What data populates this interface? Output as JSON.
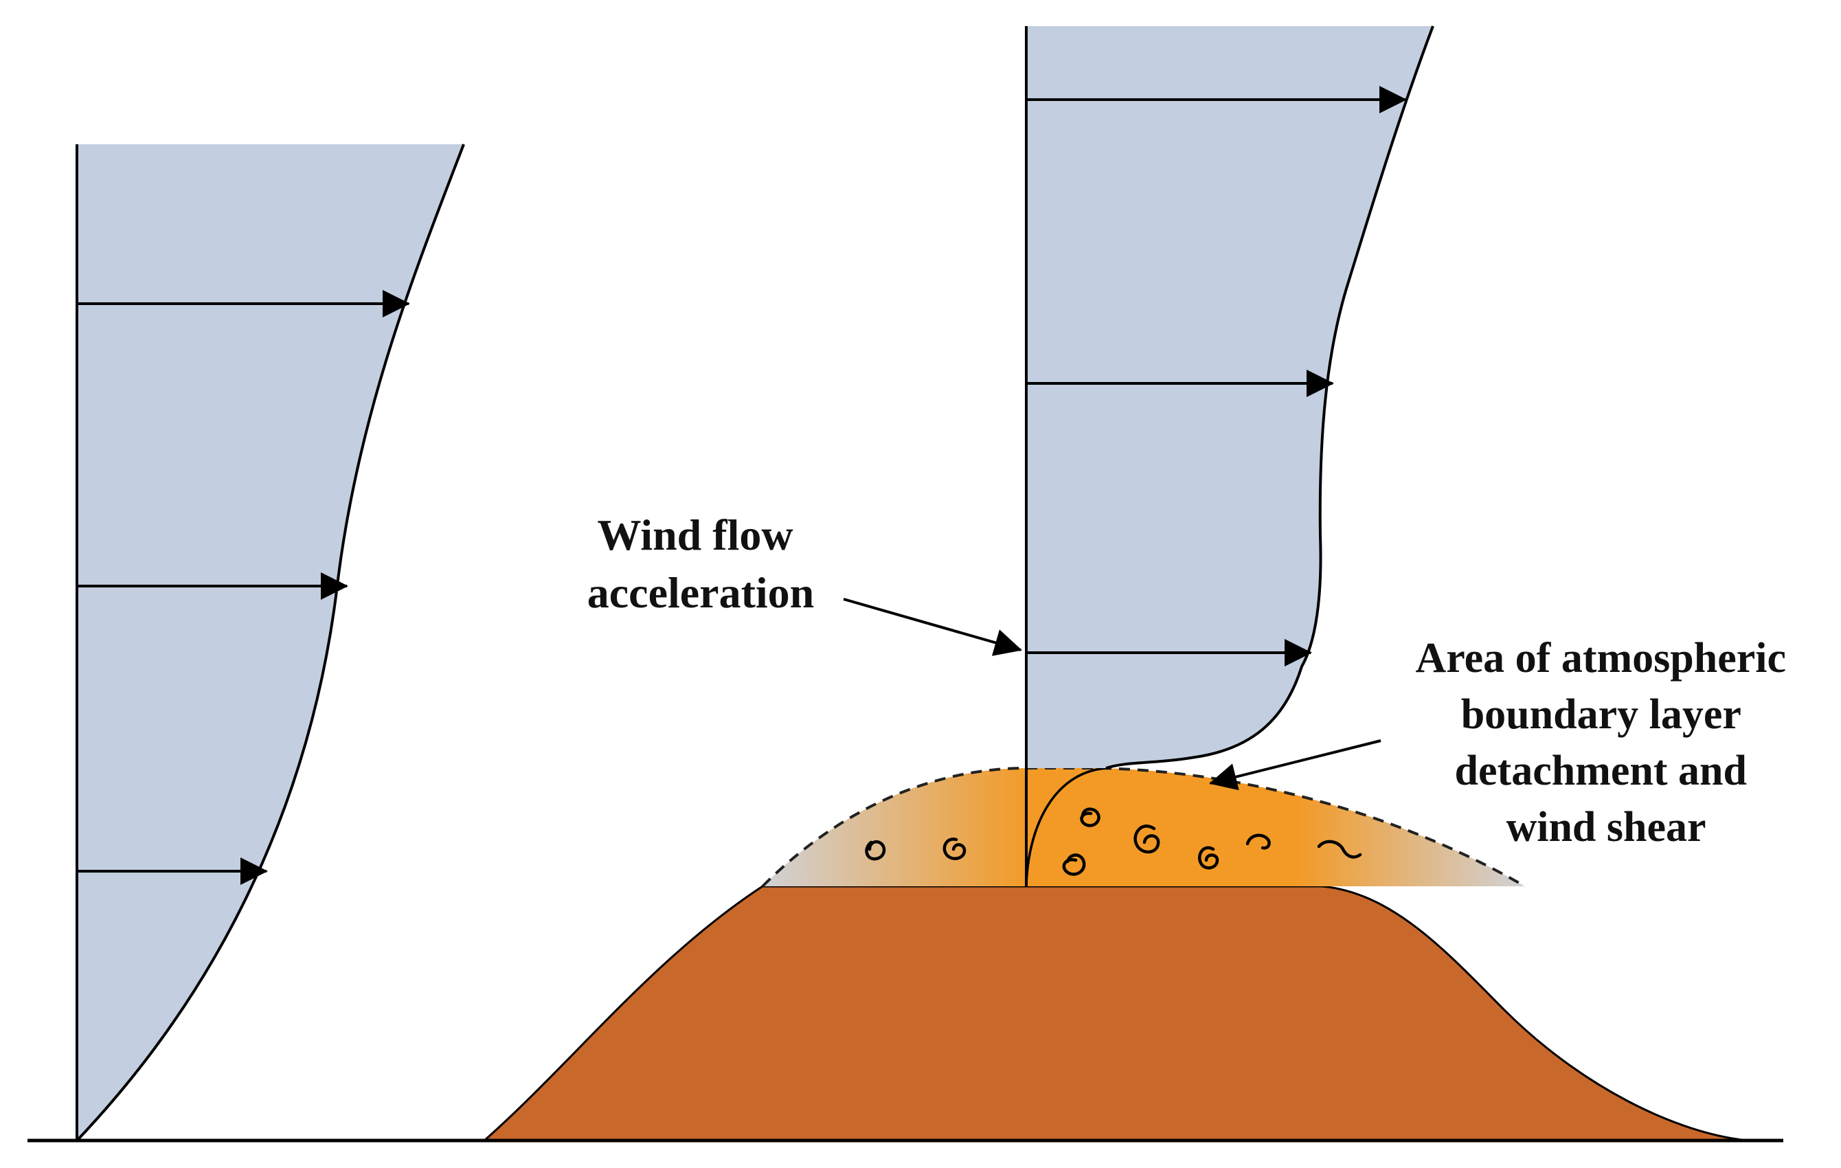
{
  "labels": {
    "wind_flow_acceleration": [
      "Wind flow",
      "acceleration"
    ],
    "detachment_area": [
      "Area of atmospheric",
      "boundary layer",
      "detachment and",
      "wind shear"
    ]
  },
  "colors": {
    "wind_profile_fill": "#c3cfe0",
    "hill_fill": "#c9682b",
    "turbulence_core": "#f39a26",
    "turbulence_edge": "#d0d2d8",
    "line": "#000000",
    "background": "#ffffff"
  }
}
